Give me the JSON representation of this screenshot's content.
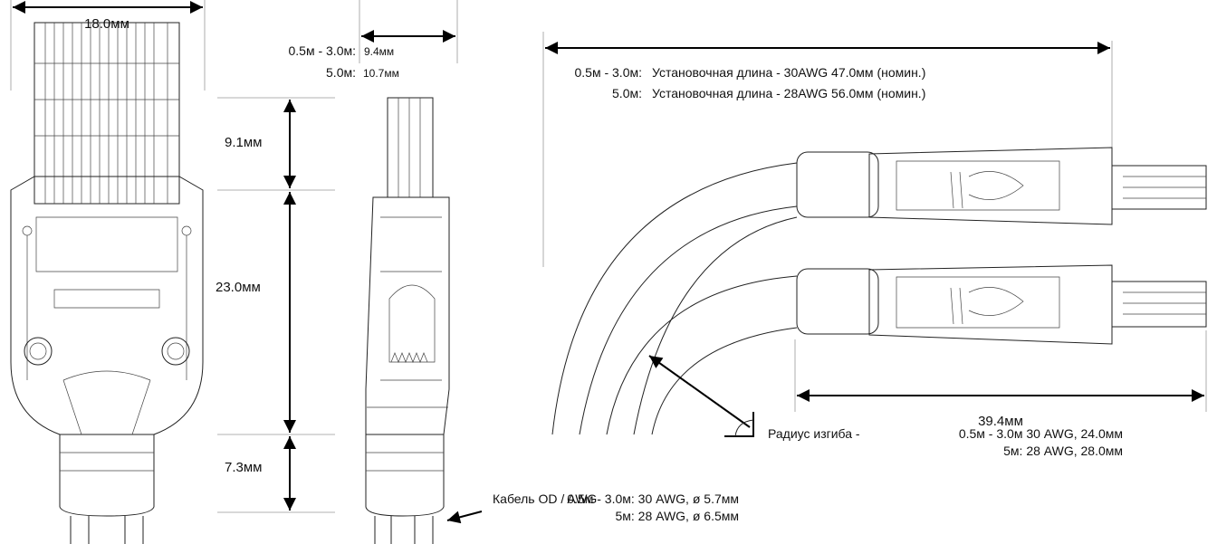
{
  "front_view": {
    "width_label": "18.0мм"
  },
  "side_view": {
    "row1_range": "0.5м - 3.0м:",
    "row1_value": "9.4мм",
    "row2_range": "5.0м:",
    "row2_value": "10.7мм"
  },
  "heights": {
    "plug": "9.1мм",
    "body": "23.0мм",
    "boot": "7.3мм"
  },
  "install_length": {
    "row1_range": "0.5м - 3.0м:",
    "row1_text": "Установочная длина - 30AWG 47.0мм (номин.)",
    "row2_range": "5.0м:",
    "row2_text": "Установочная длина - 28AWG 56.0мм (номин.)"
  },
  "connector_length": "39.4мм",
  "bend_radius": {
    "label": "Радиус изгиба -",
    "row1": "0.5м - 3.0м 30 AWG, 24.0мм",
    "row2": "5м: 28 AWG, 28.0мм"
  },
  "cable": {
    "label": "Кабель OD / AWG",
    "row1": "0.5м - 3.0м: 30 AWG, ø 5.7мм",
    "row2": "5м: 28 AWG, ø 6.5мм"
  }
}
